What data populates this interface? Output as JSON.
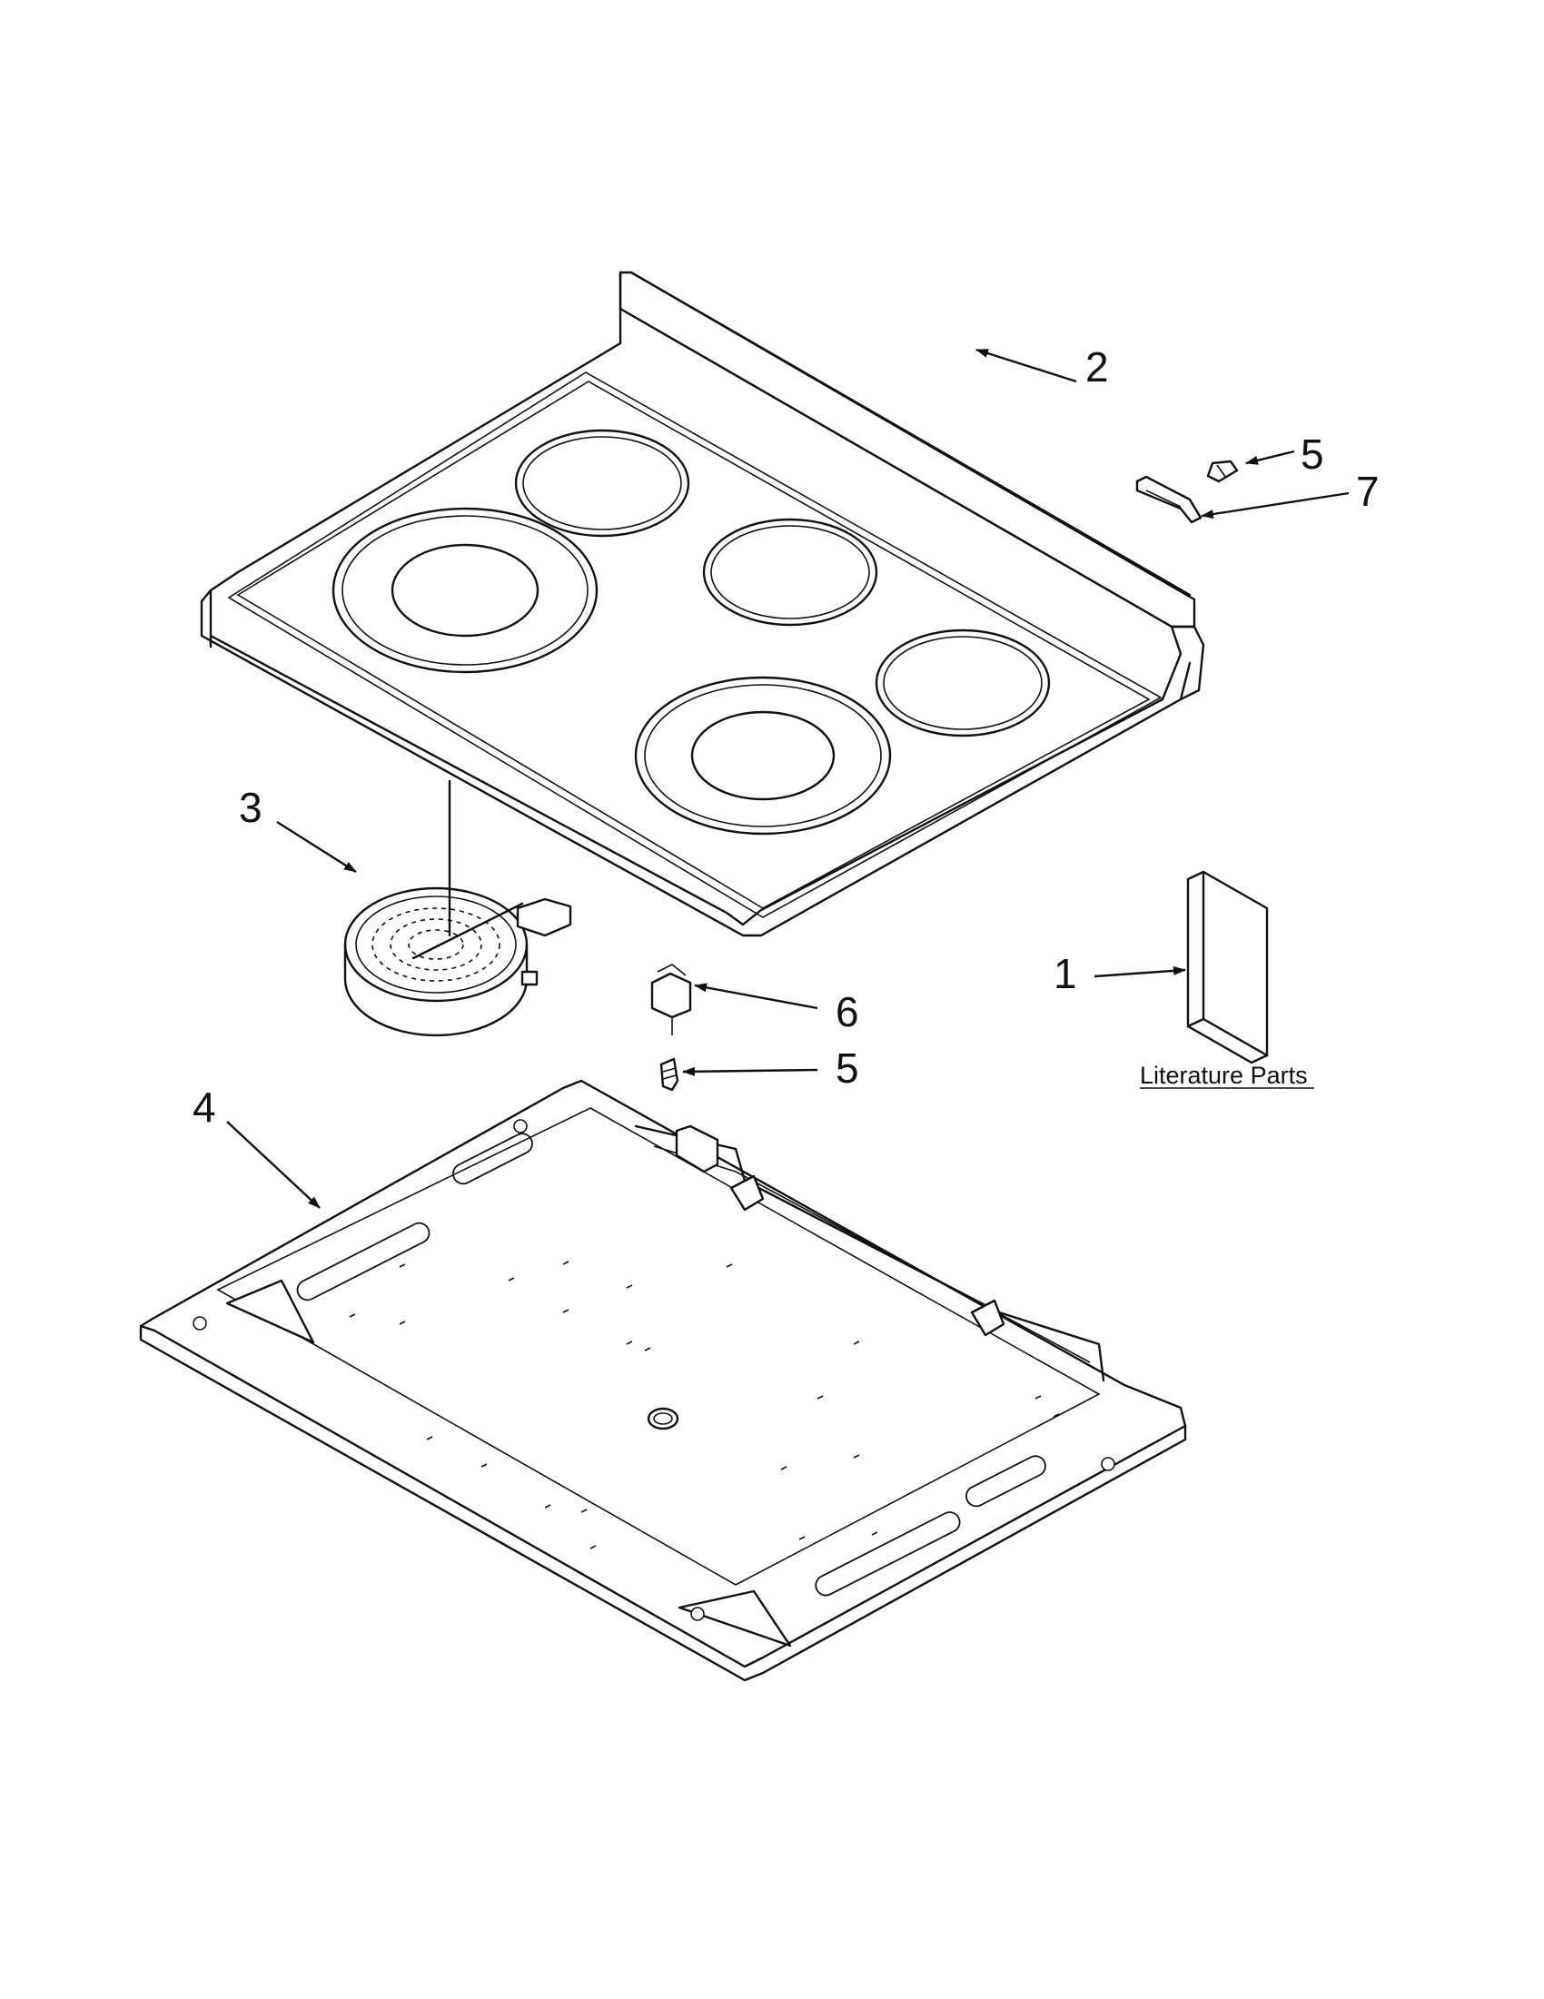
{
  "callouts": {
    "c1": "1",
    "c2": "2",
    "c3": "3",
    "c4": "4",
    "c5_top": "5",
    "c5_bottom": "5",
    "c6": "6",
    "c7": "7"
  },
  "literature_label": "Literature Parts"
}
